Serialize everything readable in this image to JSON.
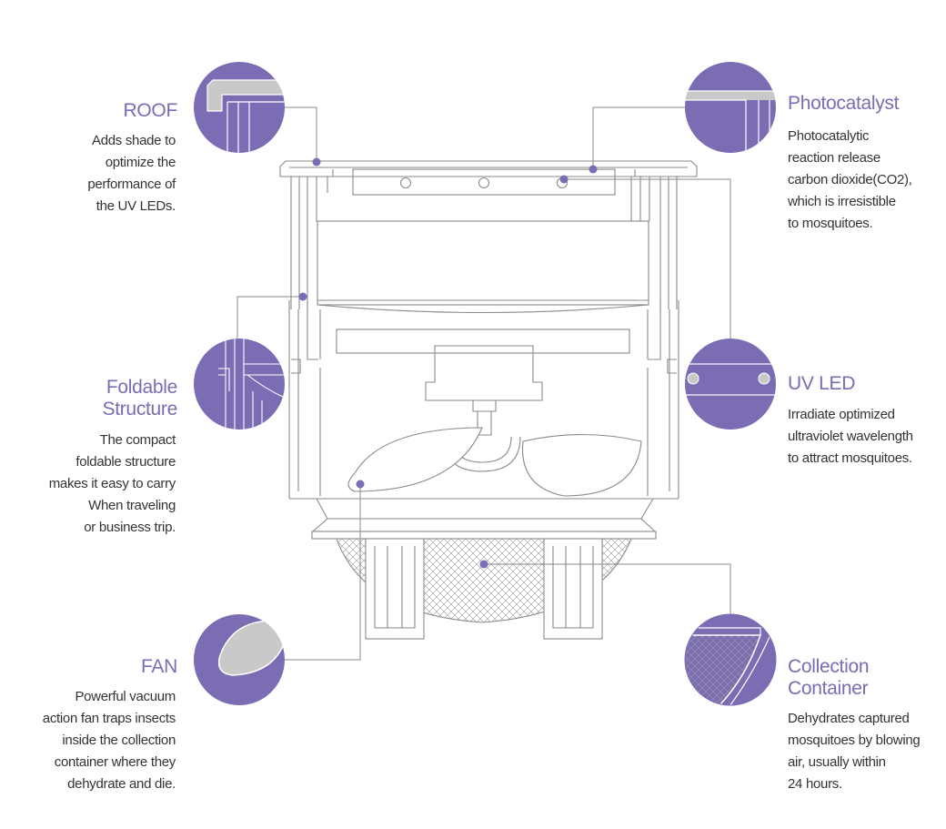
{
  "colors": {
    "accent": "#7b6cb4",
    "line": "#8a8a8a",
    "text": "#333333",
    "detail_gray": "#c9c9c9"
  },
  "labels": {
    "roof": {
      "title": [
        "ROOF"
      ],
      "desc": [
        "Adds shade to",
        "optimize the",
        "performance of",
        "the UV LEDs."
      ]
    },
    "photocatalyst": {
      "title": [
        "Photocatalyst"
      ],
      "desc": [
        "Photocatalytic",
        "reaction release",
        "carbon dioxide(CO2),",
        "which is irresistible",
        "to mosquitoes."
      ]
    },
    "foldable": {
      "title": [
        "Foldable",
        "Structure"
      ],
      "desc": [
        "The compact",
        "foldable structure",
        "makes it easy to carry",
        "When traveling",
        "or business trip."
      ]
    },
    "uvled": {
      "title": [
        "UV LED"
      ],
      "desc": [
        "Irradiate optimized",
        "ultraviolet wavelength",
        "to attract mosquitoes."
      ]
    },
    "fan": {
      "title": [
        "FAN"
      ],
      "desc": [
        "Powerful vacuum",
        "action fan traps insects",
        "inside the collection",
        "container where they",
        "dehydrate and die."
      ]
    },
    "collection": {
      "title": [
        "Collection",
        "Container"
      ],
      "desc": [
        "Dehydrates captured",
        "mosquitoes  by blowing",
        "air, usually within",
        "24 hours."
      ]
    }
  },
  "icons": {
    "roof": "roof-detail-icon",
    "photocatalyst": "photocatalyst-detail-icon",
    "foldable": "foldable-detail-icon",
    "uvled": "uv-led-detail-icon",
    "fan": "fan-detail-icon",
    "collection": "collection-net-detail-icon"
  }
}
